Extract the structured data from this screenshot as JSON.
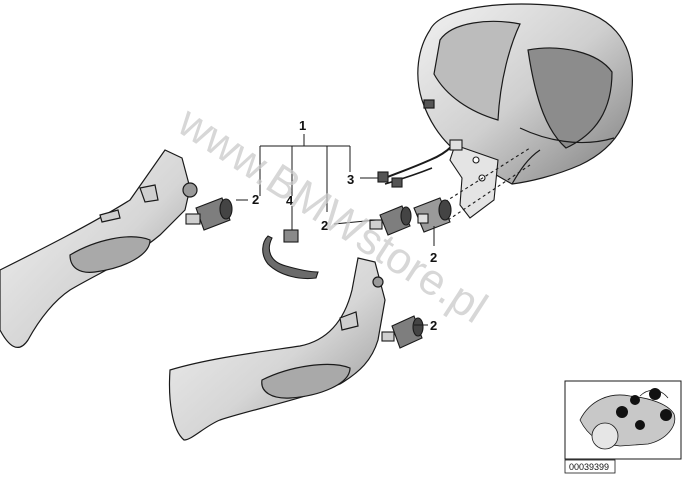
{
  "diagram": {
    "callouts": {
      "assembly": "1",
      "socket_left": "2",
      "socket_mid": "2",
      "socket_right": "2",
      "socket_lower": "2",
      "harness": "3",
      "cable_strap": "4"
    },
    "watermark": "www.BMWstore.pl",
    "part_code": "00039399"
  },
  "colors": {
    "line": "#1a1a1a",
    "panel": "#e0e0e0",
    "shade": "#9a9a9a",
    "watermark": "#c9c9c9"
  },
  "icons": [
    "motorcycle-thumbnail-icon"
  ]
}
